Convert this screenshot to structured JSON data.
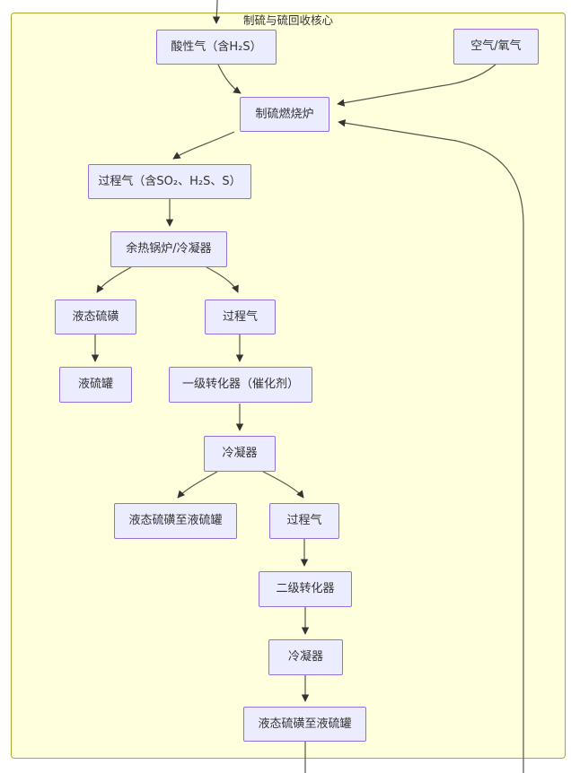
{
  "diagram": {
    "title": "制硫与硫回收核心",
    "nodes": {
      "acid_gas": {
        "label": "酸性气（含H₂S）"
      },
      "air_oxygen": {
        "label": "空气/氧气"
      },
      "furnace": {
        "label": "制硫燃烧炉"
      },
      "process_gas_main": {
        "label": "过程气（含SO₂、H₂S、S）"
      },
      "waste_heat_boiler": {
        "label": "余热锅炉/冷凝器"
      },
      "liquid_sulfur": {
        "label": "液态硫磺"
      },
      "process_gas_2": {
        "label": "过程气"
      },
      "liquid_sulfur_tank": {
        "label": "液硫罐"
      },
      "converter_1": {
        "label": "一级转化器（催化剂）"
      },
      "condenser_1": {
        "label": "冷凝器"
      },
      "sulfur_to_tank_1": {
        "label": "液态硫磺至液硫罐"
      },
      "process_gas_3": {
        "label": "过程气"
      },
      "converter_2": {
        "label": "二级转化器"
      },
      "condenser_2": {
        "label": "冷凝器"
      },
      "sulfur_to_tank_2": {
        "label": "液态硫磺至液硫罐"
      }
    },
    "colors": {
      "container_fill": "#ffffde",
      "container_border": "#aaaa33",
      "node_fill": "#ececff",
      "node_border": "#9370db",
      "edge": "#55554a",
      "arrow": "#333333",
      "text": "#333333"
    }
  }
}
